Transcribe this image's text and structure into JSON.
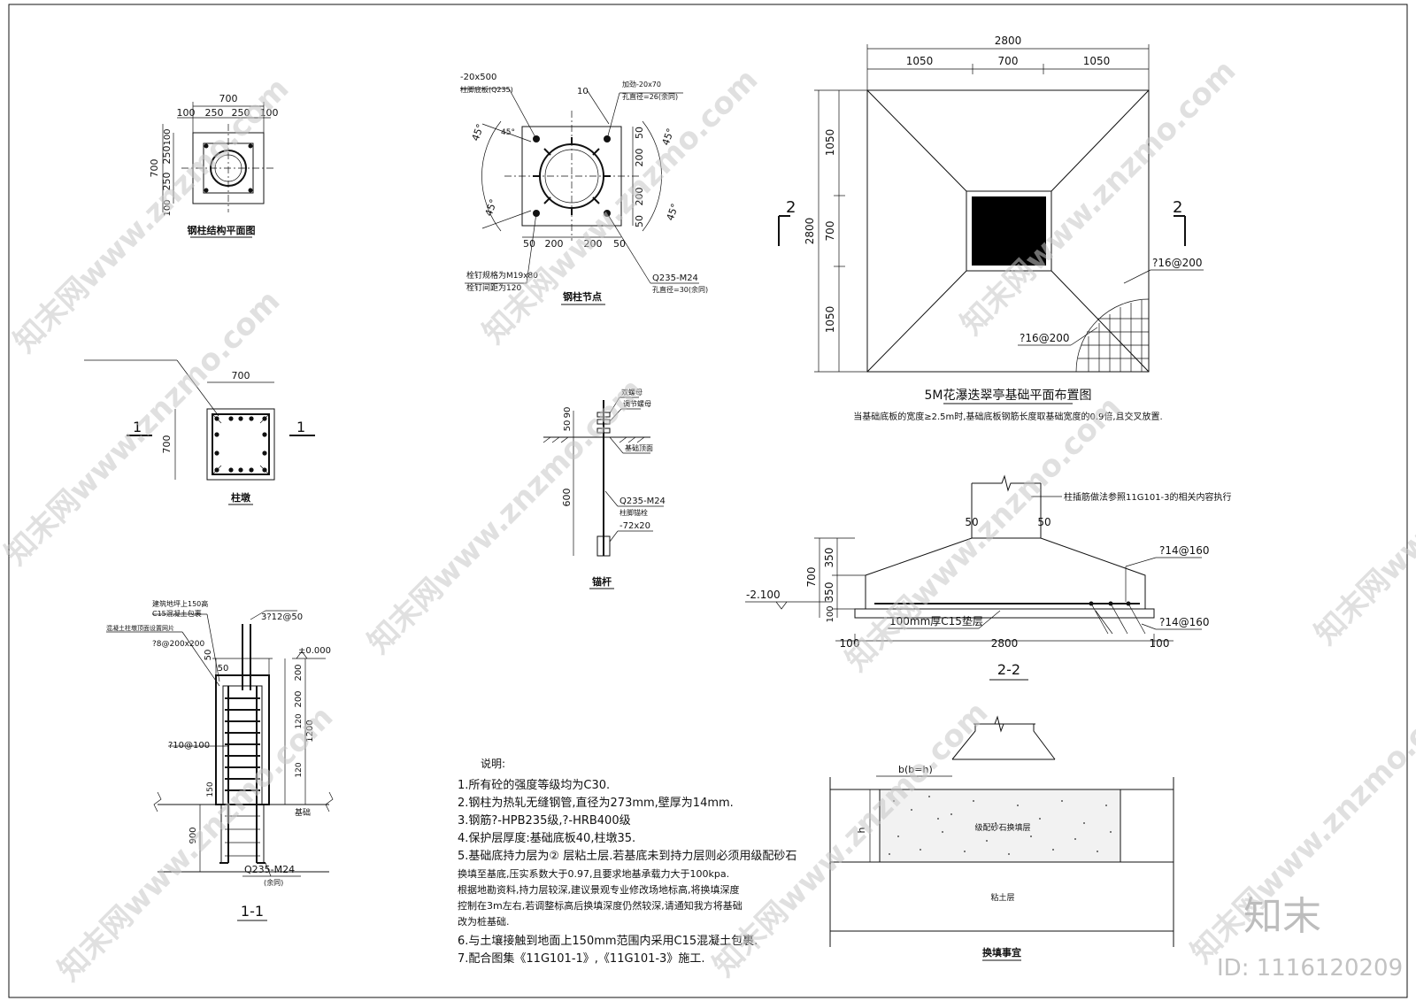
{
  "steel_column_plan": {
    "title": "钢柱结构平面图",
    "dim_total": "700",
    "dims_top": [
      "100",
      "250",
      "250",
      "100"
    ],
    "dims_side": [
      "250",
      "250"
    ],
    "dims_side_edge": [
      "100",
      "100"
    ],
    "dim_side_total": "700"
  },
  "steel_joint": {
    "title": "钢柱节点",
    "plate_label": "-20x500",
    "plate_sub": "柱脚底板(Q235)",
    "stiffener": "加劲-20x70",
    "stiffener_sub": "孔直径=26(余同)",
    "weld": "10",
    "angle": "45°",
    "dims_bottom": [
      "50",
      "200",
      "200",
      "50"
    ],
    "dims_right": [
      "50",
      "200",
      "200",
      "50"
    ],
    "stud": "栓钉规格为M19x80",
    "stud_sub": "栓钉间距为120",
    "bolt": "Q235-M24",
    "bolt_sub": "孔直径=30(余同)"
  },
  "foundation_plan": {
    "title": "5M花瀑迭翠亭基础平面布置图",
    "note": "当基础底板的宽度≥2.5m时,基础底板钢筋长度取基础宽度的0.9倍,且交叉放置.",
    "dim_total": "2800",
    "dims_top": [
      "1050",
      "700",
      "1050"
    ],
    "dims_left": [
      "1050",
      "700",
      "1050"
    ],
    "section_mark": "2",
    "rebar_1": "?16@200",
    "rebar_2": "?16@200"
  },
  "pier": {
    "title": "柱墩",
    "dim_w": "700",
    "dim_h": "700",
    "section_mark": "1"
  },
  "anchor": {
    "title": "锚杆",
    "labels": [
      "双螺母",
      "调节螺母",
      "基础顶面"
    ],
    "bolt": "Q235-M24",
    "bolt_sub": "柱脚锚栓",
    "plate": "-72x20",
    "dims": [
      "50",
      "90",
      "600"
    ]
  },
  "section_22": {
    "title": "2-2",
    "note": "柱插筋做法参照11G101-3的相关内容执行",
    "dims_top": [
      "50",
      "50"
    ],
    "dims_left": [
      "350",
      "350",
      "100"
    ],
    "dim_total_h": "700",
    "elev": "-2.100",
    "rebar_top": "?14@160",
    "rebar_bot": "?14@160",
    "cushion": "100mm厚C15垫层",
    "dims_bottom": [
      "100",
      "2800",
      "100"
    ]
  },
  "section_11": {
    "title": "1-1",
    "note_1": "建筑地坪上150高",
    "note_1b": "C15混凝土包裹",
    "note_2": "混凝土柱墩顶面设置网片",
    "note_2b": "?8@200x200",
    "rebar_top": "3?12@50",
    "elev": "±0.000",
    "stirrup": "?10@100",
    "dims": [
      "150",
      "50",
      "200",
      "200",
      "120",
      "1200",
      "900"
    ],
    "bolt": "Q235-M24",
    "bolt_sub": "(余同)",
    "base_label": "基础"
  },
  "notes": {
    "heading": "说明:",
    "lines": [
      "1.所有砼的强度等级均为C30.",
      "2.钢柱为热轧无缝钢管,直径为273mm,壁厚为14mm.",
      "3.钢筋?-HPB235级,?-HRB400级",
      "4.保护层厚度:基础底板40,柱墩35.",
      "5.基础底持力层为②  层粘土层.若基底未到持力层则必须用级配砂石",
      "  换填至基底,压实系数大于0.97,且要求地基承载力大于100kpa.",
      "  根据地勘资料,持力层较深,建议景观专业修改场地标高,将换填深度",
      "  控制在3m左右,若调整标高后换填深度仍然较深,请通知我方将基础",
      "  改为桩基础.",
      "6.与土壤接触到地面上150mm范围内采用C15混凝土包裹.",
      "7.配合图集《11G101-1》,《11G101-3》施工."
    ]
  },
  "backfill": {
    "title": "换填事宜",
    "label_bh": "b(b=h)",
    "label_h": "h",
    "fill": "级配砂石换填层",
    "clay": "粘土层"
  },
  "watermark": {
    "site": "知末网www.znzmo.com",
    "brand": "知末",
    "id": "ID: 1116120209"
  }
}
